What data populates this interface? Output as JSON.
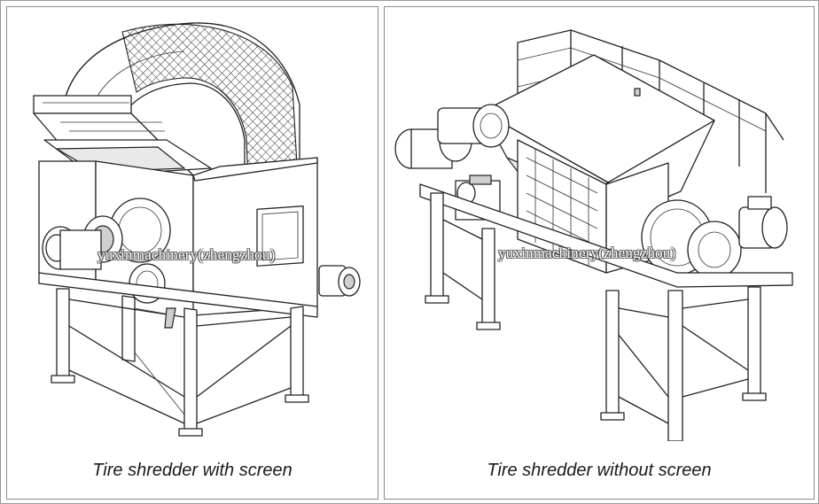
{
  "figure": {
    "panels": [
      {
        "caption": "Tire shredder with screen",
        "watermark": "yuxinmachinery(zhengzhou)",
        "illustration": "tire-shredder-with-screen"
      },
      {
        "caption": "Tire shredder without screen",
        "watermark": "yuxinmachinery(zhengzhou)",
        "illustration": "tire-shredder-without-screen"
      }
    ]
  }
}
